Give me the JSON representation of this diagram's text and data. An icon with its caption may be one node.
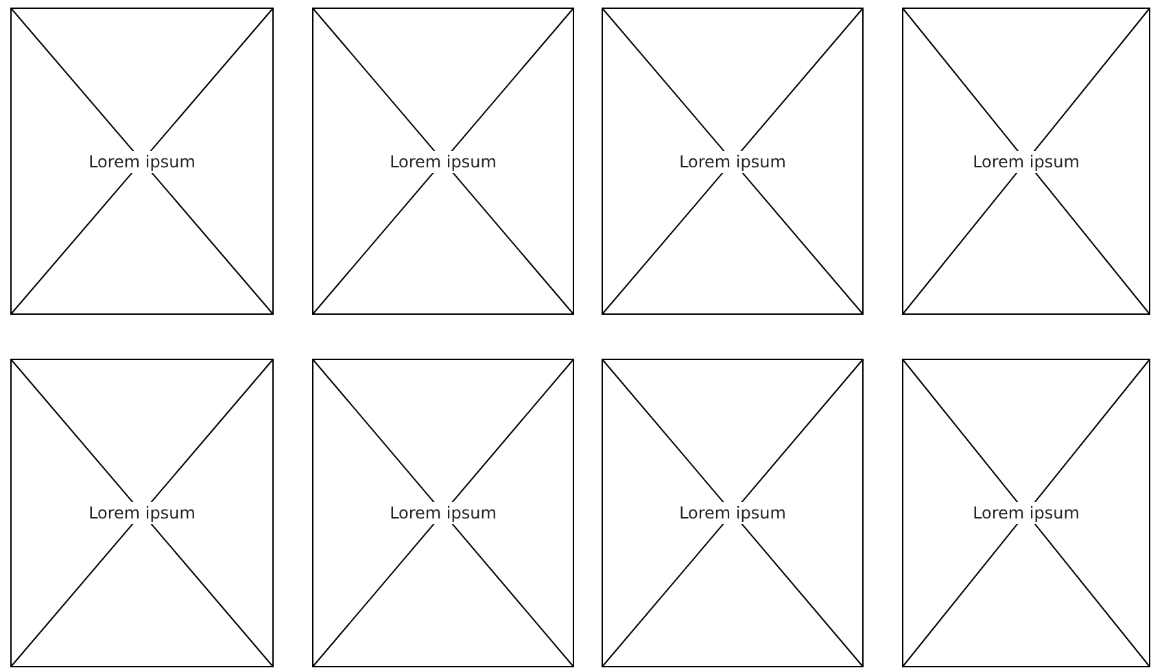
{
  "diagram": {
    "nodes": [
      {
        "text": [
          "Lorem ipsum"
        ]
      },
      {
        "text": [
          "Lorem ipsum"
        ]
      },
      {
        "text": [
          "Lorem ipsum"
        ]
      },
      {
        "text": [
          "Lorem ipsum"
        ]
      },
      {
        "text": [
          "Lorem ipsum"
        ]
      },
      {
        "text": [
          "Lorem ipsum"
        ]
      },
      {
        "text": [
          "Lorem ipsum"
        ]
      },
      {
        "text": [
          "Lorem ipsum"
        ]
      }
    ]
  }
}
